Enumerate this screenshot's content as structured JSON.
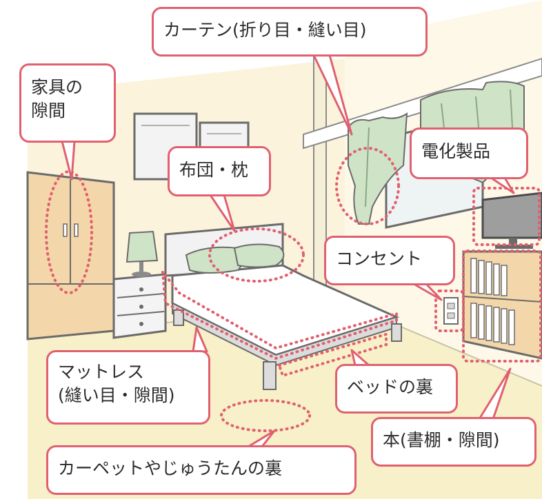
{
  "accent": "#e0606f",
  "icons": [
    "curtain-icon",
    "tv-icon",
    "bookshelf-icon",
    "outlet-icon",
    "bed-icon",
    "wardrobe-icon",
    "lamp-icon"
  ],
  "labels": {
    "curtain": "カーテン(折り目・縫い目)",
    "furniture_gap_line1": "家具の",
    "furniture_gap_line2": "隙間",
    "futon_pillow": "布団・枕",
    "electronics": "電化製品",
    "outlet": "コンセント",
    "mattress_line1": "マットレス",
    "mattress_line2": "(縫い目・隙間)",
    "under_bed": "ベッドの裏",
    "books": "本(書棚・隙間)",
    "carpet": "カーペットやじゅうたんの裏"
  }
}
